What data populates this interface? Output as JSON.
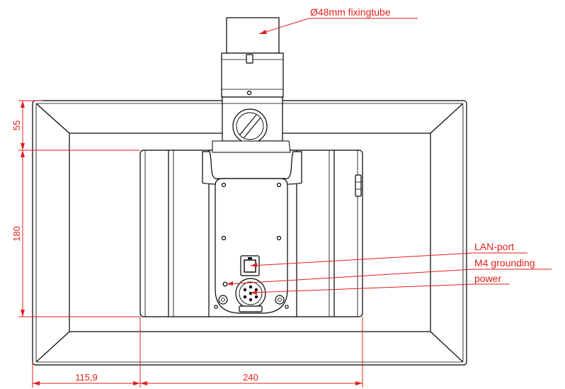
{
  "colors": {
    "annotation": "#e0201b",
    "outline": "#000000",
    "background": "#ffffff"
  },
  "callouts": {
    "fixing_tube": "Ø48mm fixingtube",
    "lan_port": "LAN-port",
    "grounding": "M4 grounding",
    "power": "power"
  },
  "dimensions": {
    "top_margin": "55",
    "housing_height": "180",
    "side_margin": "115,9",
    "housing_width": "240"
  }
}
